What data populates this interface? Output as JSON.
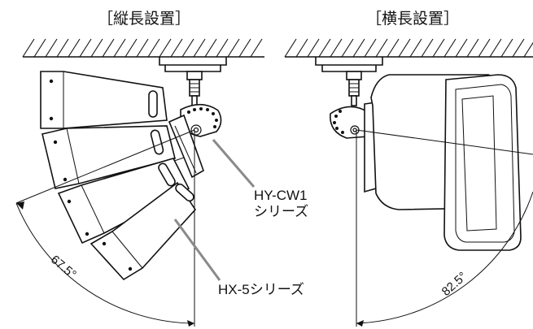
{
  "titles": {
    "vertical": "［縦長設置］",
    "horizontal": "［横長設置］"
  },
  "labels": {
    "bracket_model": "HY-CW1",
    "bracket_series": "シリーズ",
    "speaker_series": "HX-5シリーズ"
  },
  "angles": {
    "vertical": "67.5°",
    "horizontal": "82.5°"
  }
}
